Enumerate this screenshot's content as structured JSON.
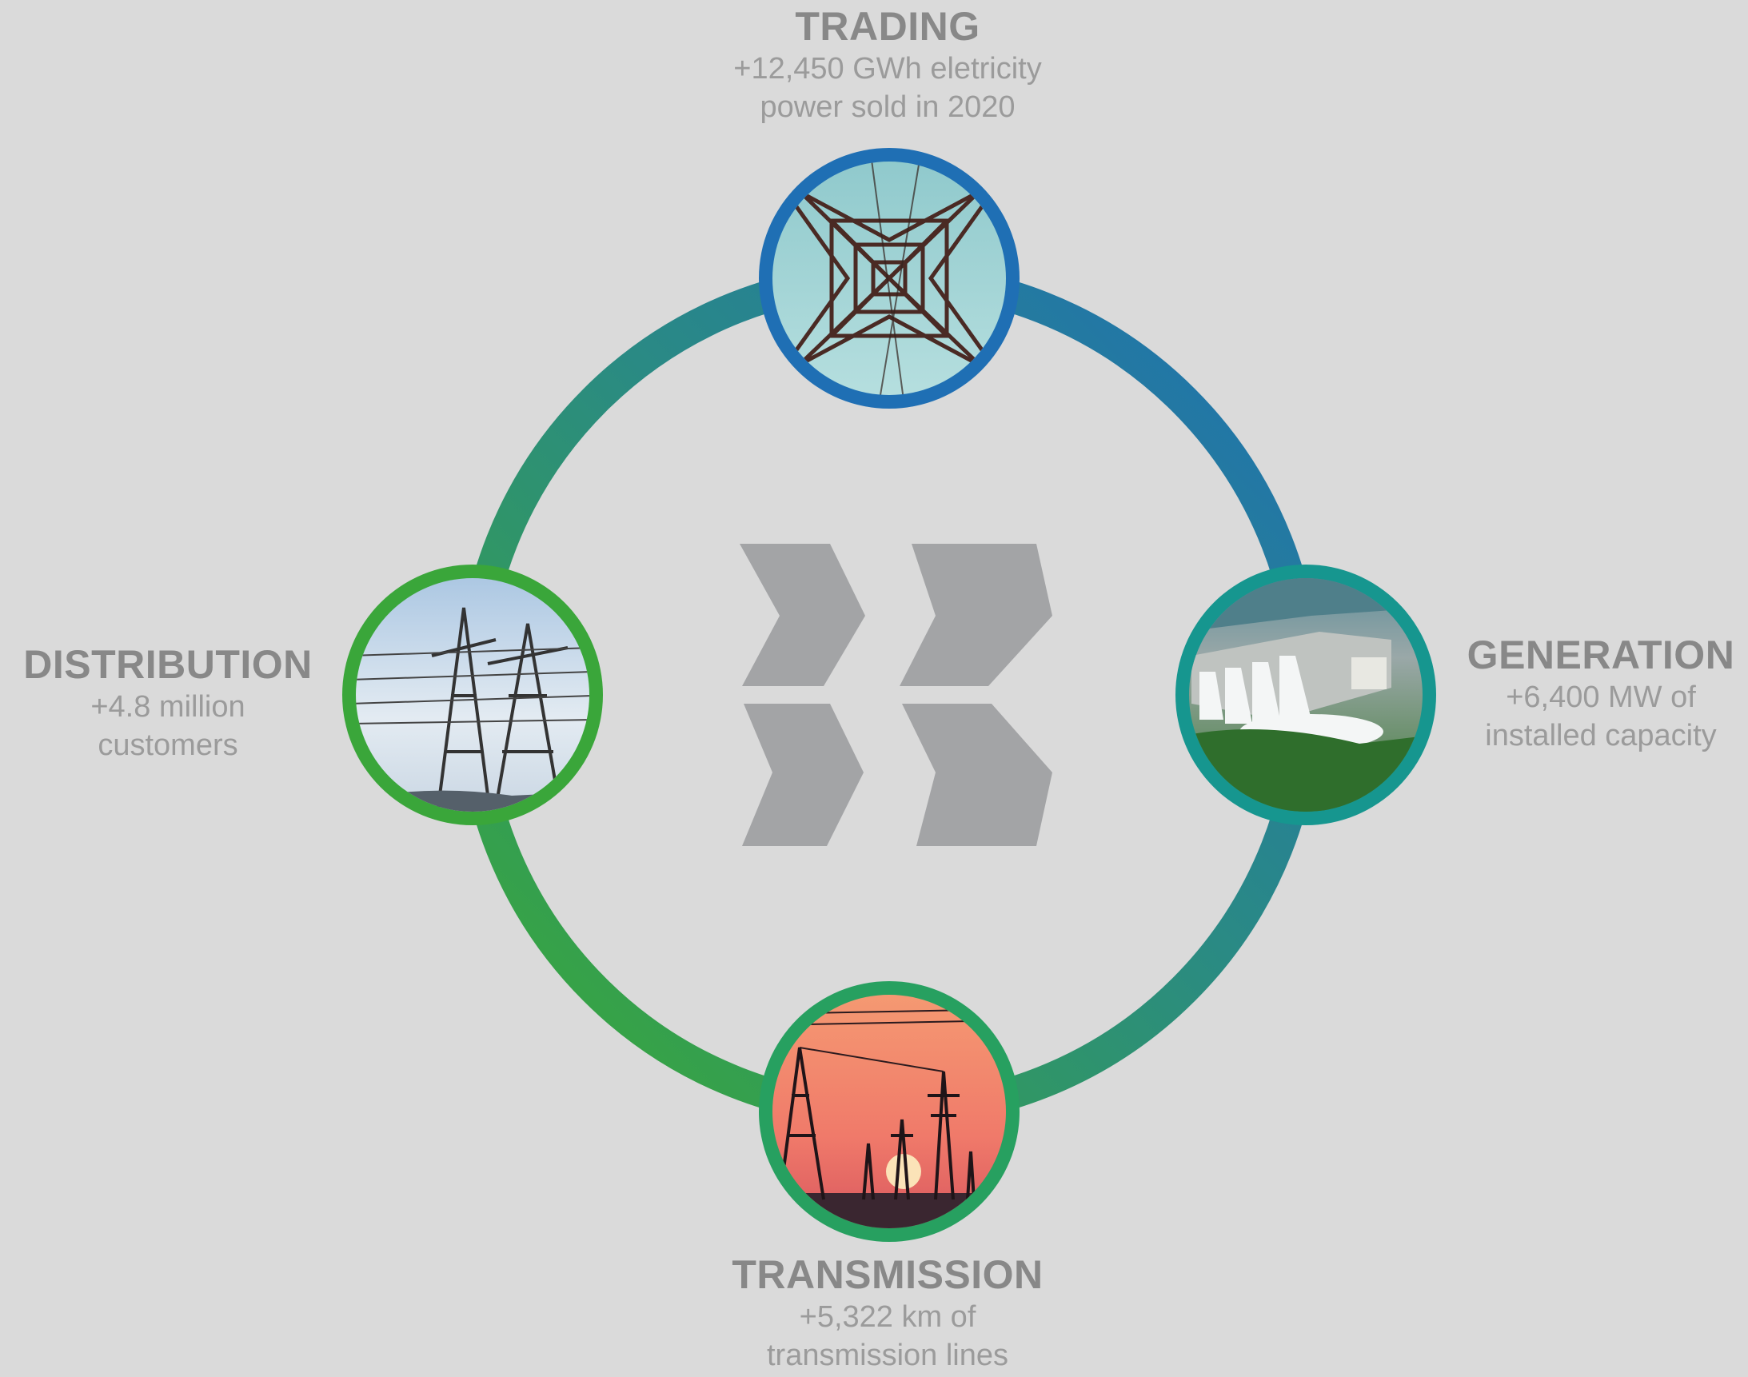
{
  "colors": {
    "background": "#dadada",
    "ring_blue": "#1f6fb4",
    "ring_teal": "#16968f",
    "ring_green": "#3aa63a",
    "logo_gray": "#a3a4a6",
    "text_gray": "#8d8d8d"
  },
  "center_logo": {
    "icon": "company-logo-icon",
    "color": "#a3a4a6"
  },
  "segments": [
    {
      "key": "trading",
      "title": "TRADING",
      "line1": "+12,450 GWh eletricity",
      "line2": "power sold in 2020",
      "photo": "transmission-tower-upward-view-photo",
      "ring_color": "#1f6fb4"
    },
    {
      "key": "generation",
      "title": "GENERATION",
      "line1": "+6,400 MW of",
      "line2": "installed capacity",
      "photo": "hydroelectric-dam-photo",
      "ring_color": "#16968f"
    },
    {
      "key": "transmission",
      "title": "TRANSMISSION",
      "line1": "+5,322 km of",
      "line2": "transmission lines",
      "photo": "power-lines-sunset-photo",
      "ring_color": "#27a060"
    },
    {
      "key": "distribution",
      "title": "DISTRIBUTION",
      "line1": "+4.8 million",
      "line2": "customers",
      "photo": "power-pylons-sky-photo",
      "ring_color": "#3aa63a"
    }
  ]
}
